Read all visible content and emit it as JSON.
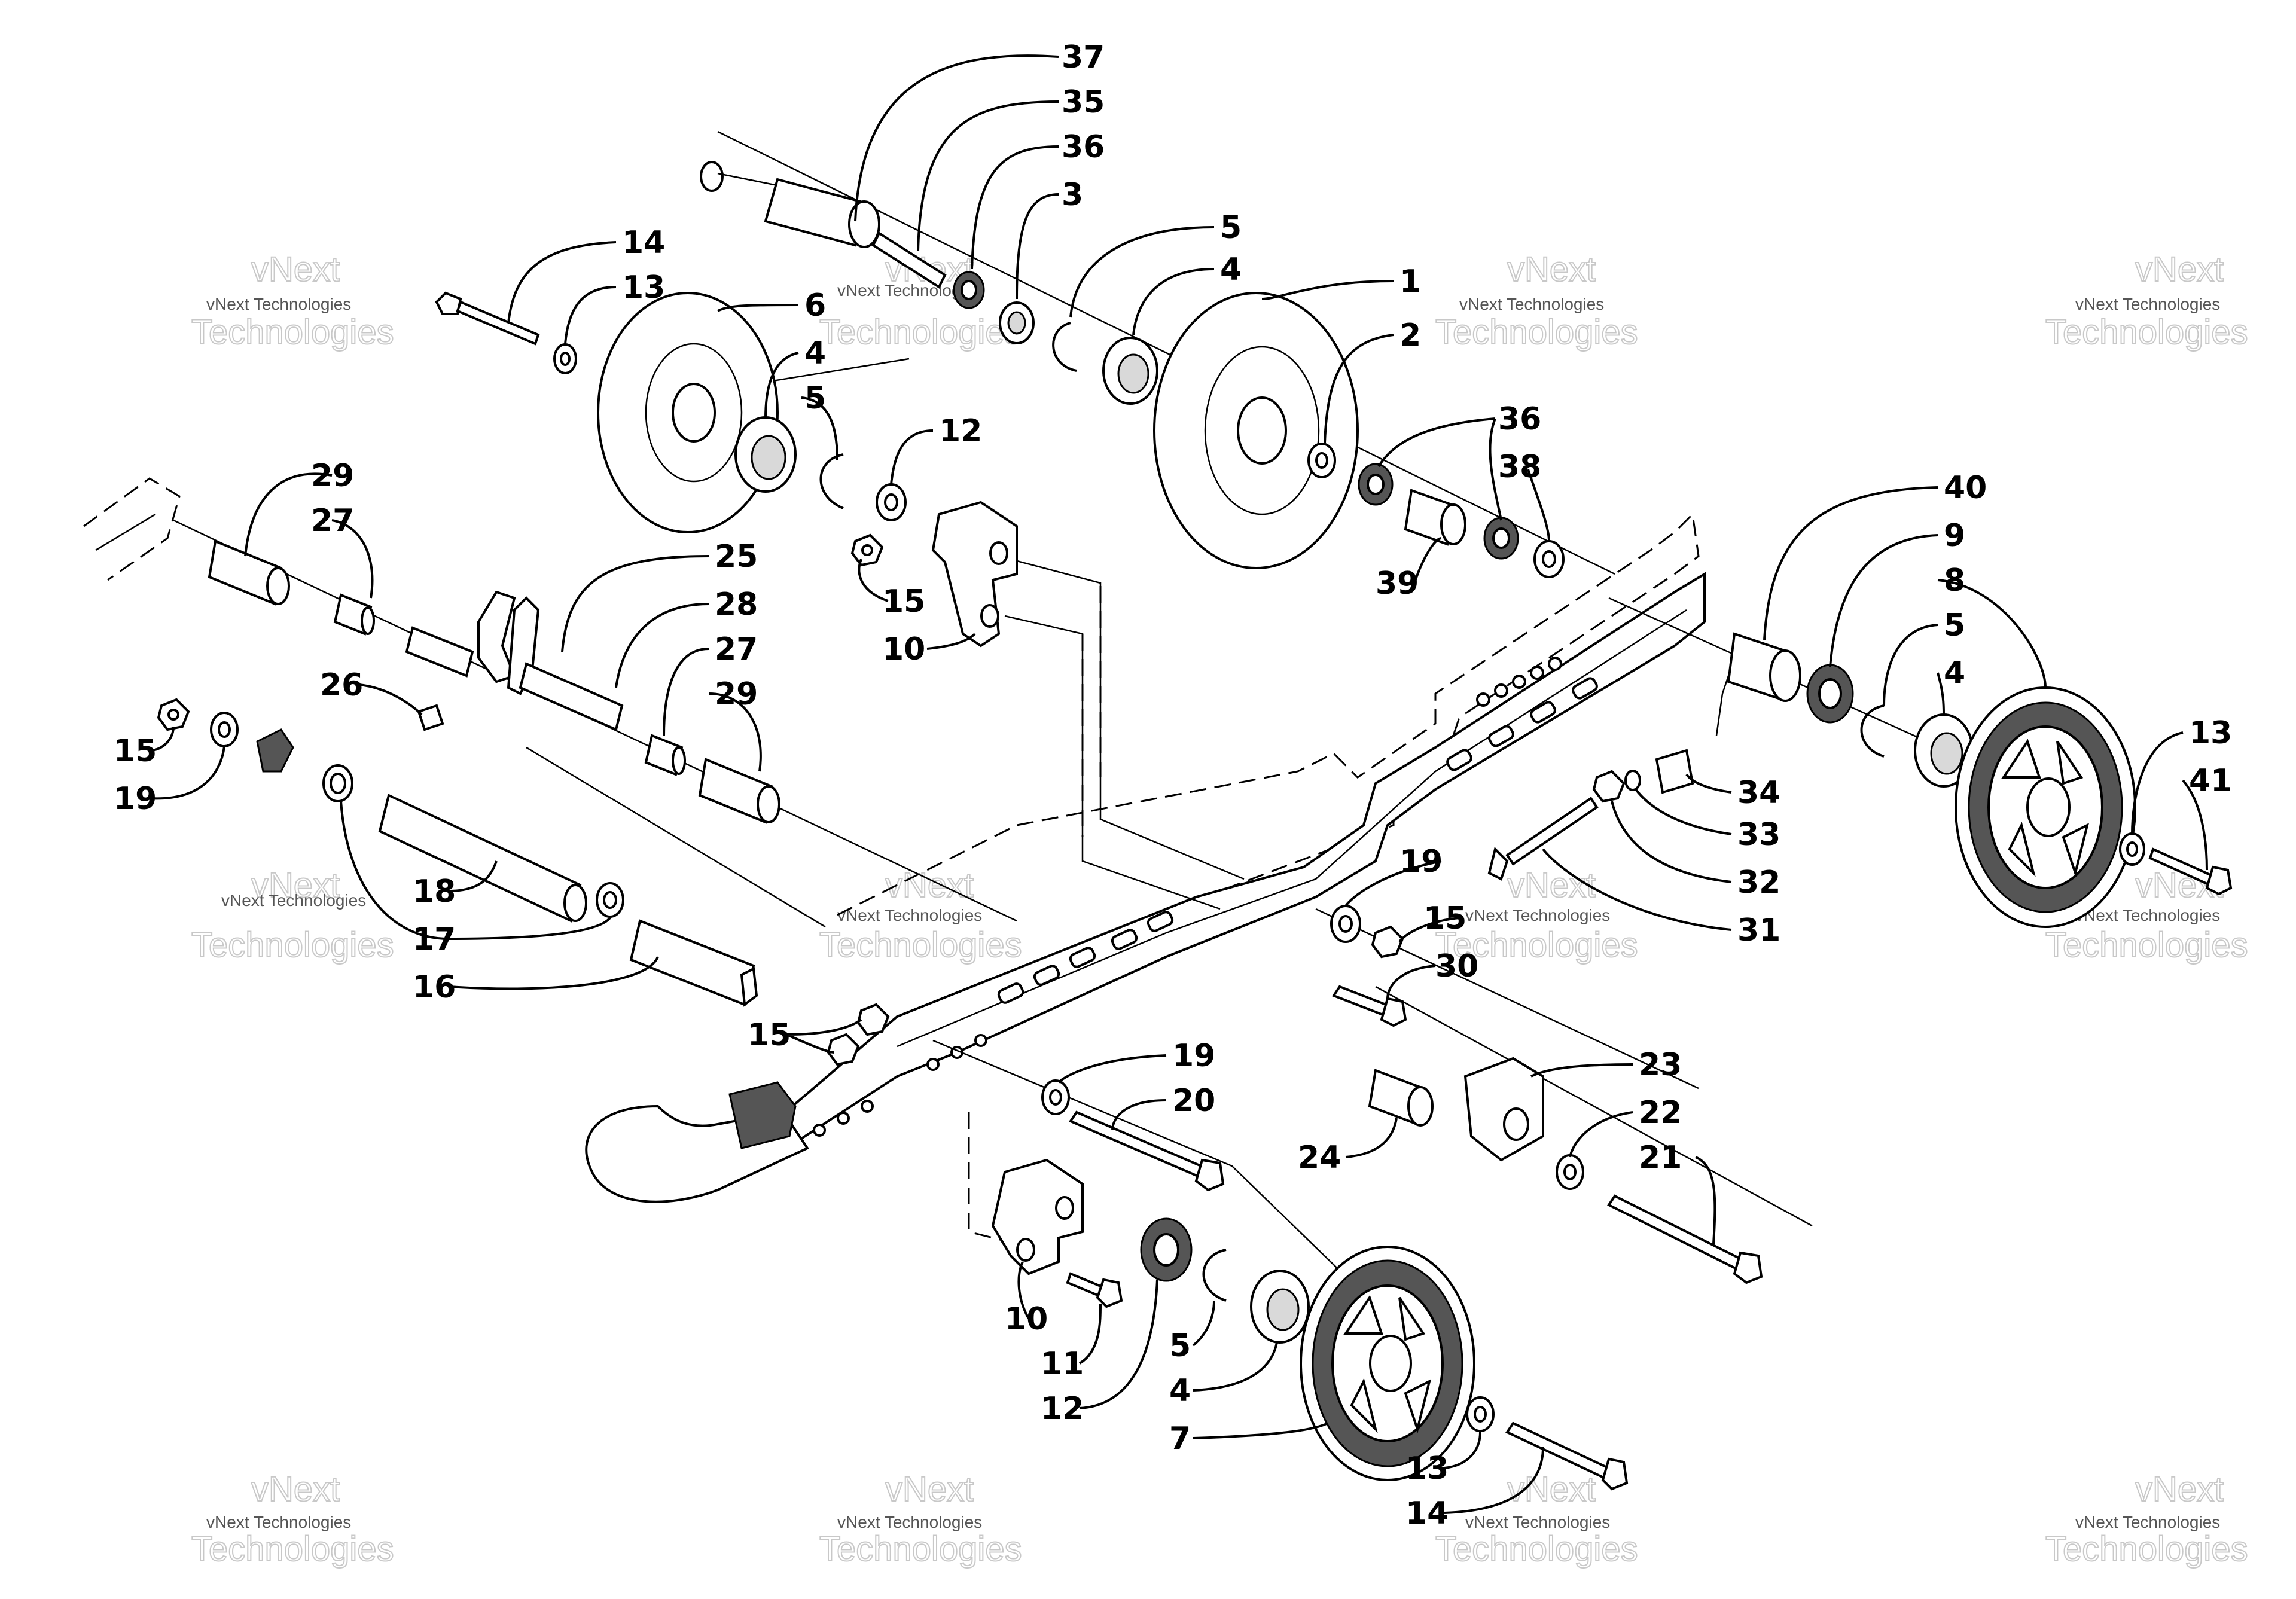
{
  "watermark": {
    "company": "vNext Technologies",
    "brand": "vNext",
    "subtitle": "Technologies"
  },
  "callouts": [
    "37",
    "35",
    "36",
    "3",
    "5",
    "4",
    "1",
    "14",
    "13",
    "6",
    "4",
    "5",
    "12",
    "2",
    "36",
    "38",
    "29",
    "27",
    "25",
    "28",
    "27",
    "29",
    "26",
    "15",
    "10",
    "39",
    "40",
    "9",
    "8",
    "5",
    "4",
    "15",
    "19",
    "18",
    "17",
    "16",
    "34",
    "33",
    "32",
    "31",
    "13",
    "41",
    "19",
    "15",
    "30",
    "15",
    "19",
    "20",
    "23",
    "22",
    "21",
    "24",
    "10",
    "11",
    "12",
    "5",
    "4",
    "7",
    "13",
    "14"
  ],
  "colors": {
    "ink": "#000000",
    "paper": "#ffffff",
    "watermark": "#c8c8c8"
  }
}
